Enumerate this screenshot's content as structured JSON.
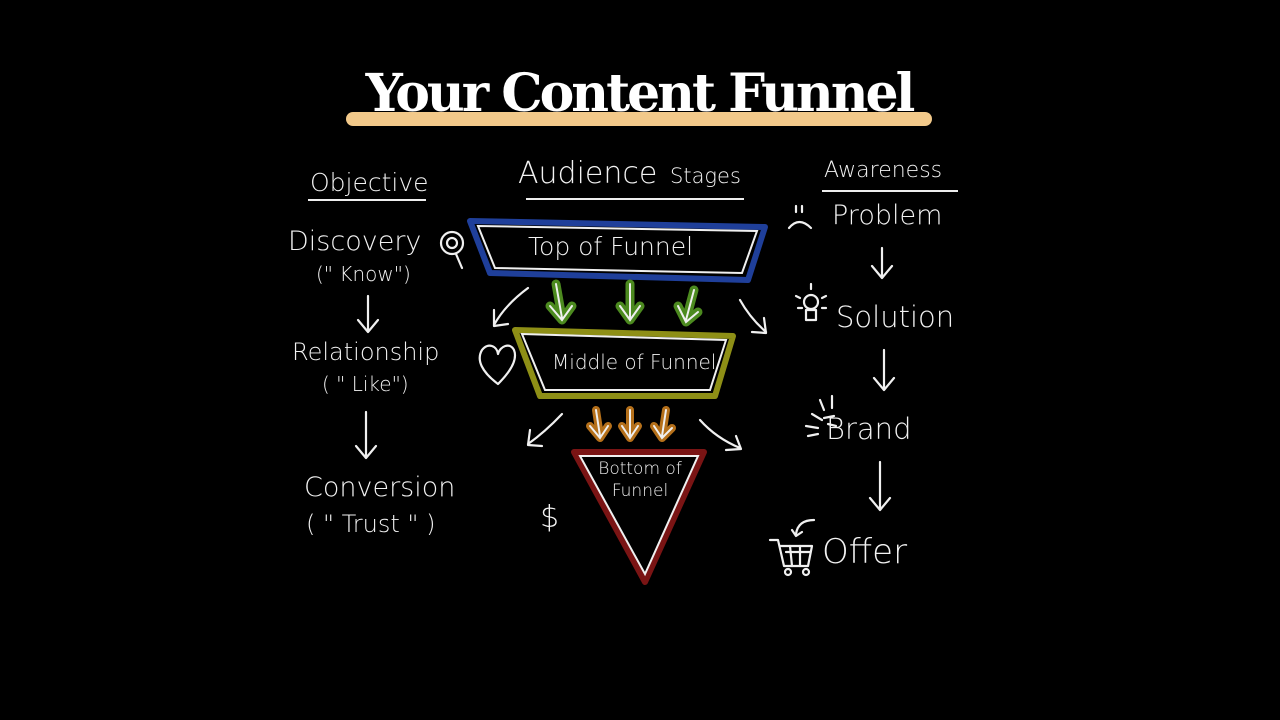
{
  "title": "Your Content Funnel",
  "colors": {
    "title_bar": "#f2c98a",
    "top": "#1f3f9a",
    "middle": "#8e8f16",
    "bottom": "#7a1414",
    "green_arrow": "#4c8a1f",
    "orange_arrow": "#b5701a"
  },
  "columns": {
    "objective": {
      "header": "Objective",
      "items": [
        {
          "label": "Discovery",
          "sub": "(\" Know\")",
          "icon": "magnifier-icon"
        },
        {
          "label": "Relationship",
          "sub": "( \" Like\")",
          "icon": "heart-icon"
        },
        {
          "label": "Conversion",
          "sub": "( \" Trust \" )",
          "icon": "dollar-icon"
        }
      ]
    },
    "audience": {
      "header": "Audience",
      "header_suffix": "Stages",
      "stages": [
        "Top of Funnel",
        "Middle of Funnel",
        "Bottom of Funnel"
      ]
    },
    "awareness": {
      "header": "Awareness",
      "items": [
        {
          "label": "Problem",
          "icon": "sad-face-icon"
        },
        {
          "label": "Solution",
          "icon": "lightbulb-icon"
        },
        {
          "label": "Brand",
          "icon": "sparkle-icon"
        },
        {
          "label": "Offer",
          "icon": "shopping-cart-icon"
        }
      ]
    }
  }
}
